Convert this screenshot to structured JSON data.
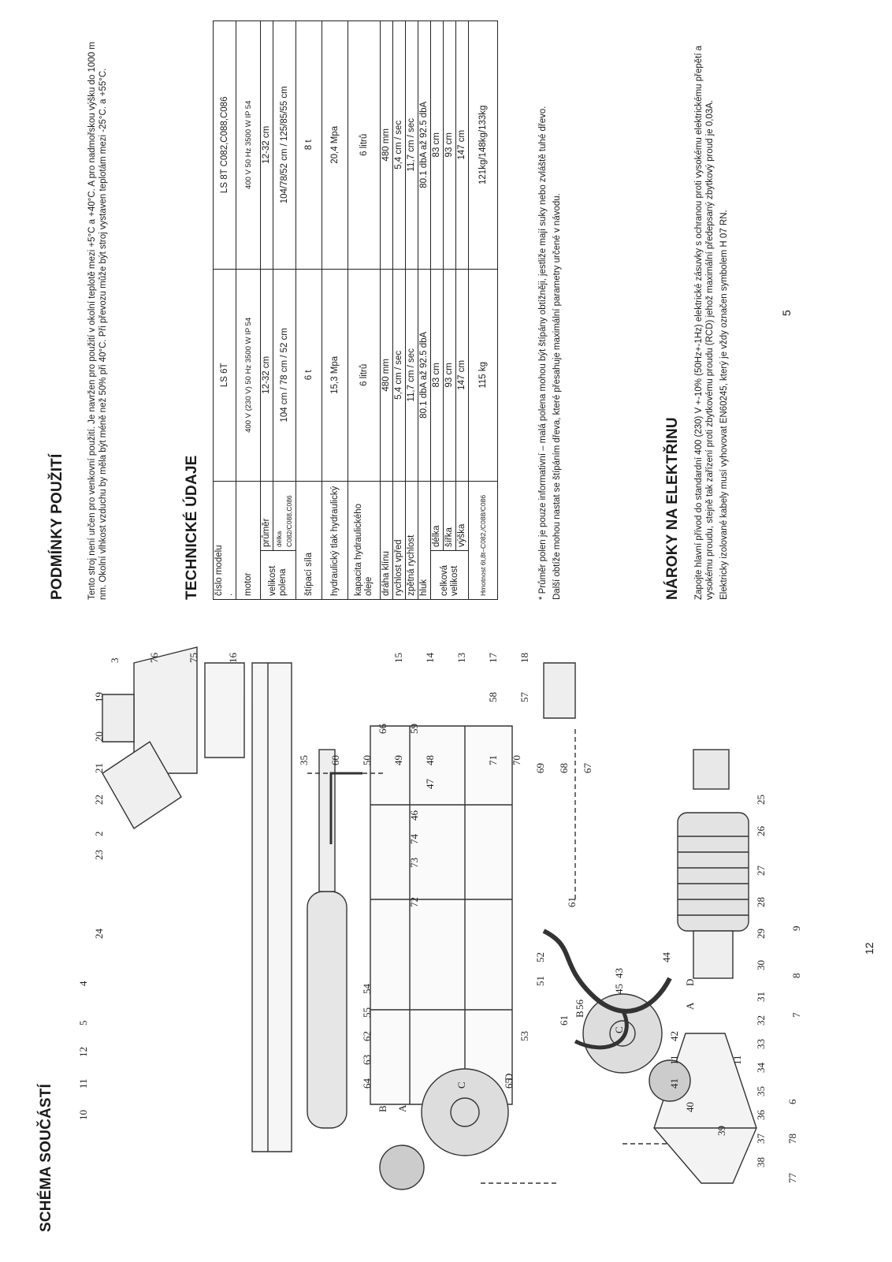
{
  "left_page": {
    "title": "SCHÉMA SOUČÁSTÍ",
    "page_number": "12",
    "callouts": [
      "77",
      "78",
      "6",
      "7",
      "8",
      "9",
      "10",
      "11",
      "12",
      "5",
      "4",
      "3",
      "76",
      "75",
      "16",
      "15",
      "14",
      "13",
      "17",
      "18",
      "19",
      "20",
      "21",
      "22",
      "2",
      "23",
      "24",
      "25",
      "26",
      "27",
      "28",
      "29",
      "30",
      "31",
      "32",
      "33",
      "34",
      "35",
      "36",
      "37",
      "38",
      "39",
      "40",
      "41",
      "11",
      "42",
      "43",
      "44",
      "45",
      "56",
      "61",
      "61",
      "52",
      "51",
      "53",
      "54",
      "55",
      "62",
      "63",
      "64",
      "65",
      "35",
      "60",
      "50",
      "49",
      "48",
      "47",
      "46",
      "74",
      "73",
      "72",
      "71",
      "70",
      "69",
      "68",
      "67",
      "66",
      "59",
      "58",
      "57"
    ],
    "letters": [
      "B",
      "A",
      "C",
      "D",
      "B",
      "C",
      "D",
      "A"
    ]
  },
  "right_page": {
    "page_number": "5",
    "conditions": {
      "title": "PODMÍNKY POUŽITÍ",
      "text": "Tento stroj není určen pro venkovní použití. Je navržen pro použití v okolní teplotě mezi +5°C a +40°C. A pro nadmořskou výšku do 1000 m nm. Okolní vlhkost vzduchu by měla být méně než 50% při 40°C. Při převozu může být stroj vystaven teplotám mezi -25°C. a +55°C."
    },
    "tech": {
      "title": "TECHNICKÉ ÚDAJE",
      "rows": {
        "model": [
          "číslo modelu",
          "LS 6T",
          "LS 8T C082,C088,C086"
        ],
        "model_dot": ".",
        "motor": [
          "motor",
          "400 V (230 V) 50 Hz   3500 W   IP 54",
          "400 V 50 Hz   3500 W   IP 54"
        ],
        "log_label": "velikost polena",
        "diameter": [
          "průměr",
          "12-32 cm",
          "12-32 cm"
        ],
        "length": [
          "délka C082/C088,C086",
          "104 cm / 78 cm / 52 cm",
          "104/78/52 cm  /  125/85/55 cm"
        ],
        "force": [
          "štípací síla",
          "6 t",
          "8 t"
        ],
        "pressure": [
          "hydraulický tlak hydraulický",
          "15,3 Mpa",
          "20,4 Mpa"
        ],
        "oil": [
          "kapacita hydraulického oleje",
          "6 litrů",
          "6 litrů"
        ],
        "stroke": [
          "dráha klínu",
          "480 mm",
          "480 mm"
        ],
        "speed_fwd": [
          "rychlost vpřed",
          "5,4 cm / sec",
          "5,4 cm / sec"
        ],
        "speed_ret": [
          "zpětná rychlost",
          "11,7 cm / sec",
          "11,7 cm / sec"
        ],
        "noise": [
          "hluk",
          "80.1 dbA až 92.5 dbA",
          "80.1 dbA až 92.5 dbA"
        ],
        "size_label": "celková velikost",
        "size_len": [
          "délka",
          "83 cm",
          "83 cm"
        ],
        "size_wid": [
          "šířka",
          "93 cm",
          "93 cm"
        ],
        "size_hei": [
          "výška",
          "147 cm",
          "147 cm"
        ],
        "weight": [
          "Hmotnost 6t,8t–C082,/C088/C086",
          "115 kg",
          "121kg/148kg/133kg"
        ]
      },
      "note1": "* Průměr polen je pouze informativní – malá polena mohou být štípány obtížněji, jestliže mají suky nebo zvláště tuhé dřevo.",
      "note2": "Další obtíže mohou nastat se štípáním dřeva, které přesahuje maximální parametry určené v návodu."
    },
    "power": {
      "title": "NÁROKY NA ELEKTŘINU",
      "p1": "Zapojte hlavní přívod do standardní 400 (230)  V +-10% (50Hz+-1Hz) elektrické zásuvky s ochranou proti vysokému elektrickému přepětí a vysokému proudu, stejně tak zařízení proti zbytkovému proudu (RCD) jehož maximální předepsaný zbytkový proud je 0,03A.",
      "p2": "Elektricky izolované kabely musí vyhovovat EN60245, který je vždy označen symbolem H 07 RN."
    }
  }
}
